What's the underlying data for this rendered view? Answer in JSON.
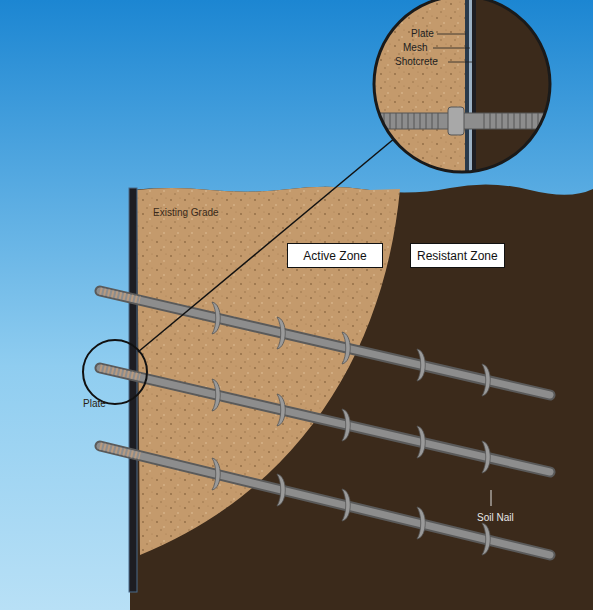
{
  "diagram": {
    "nodes": [
      {
        "text": [
          "Active Zone"
        ]
      },
      {
        "text": [
          "Resistant Zone"
        ]
      }
    ],
    "labels": [
      "Plate",
      "Mesh",
      "Shotcrete",
      "Existing Grade",
      "Plate",
      "Soil Nail"
    ]
  }
}
